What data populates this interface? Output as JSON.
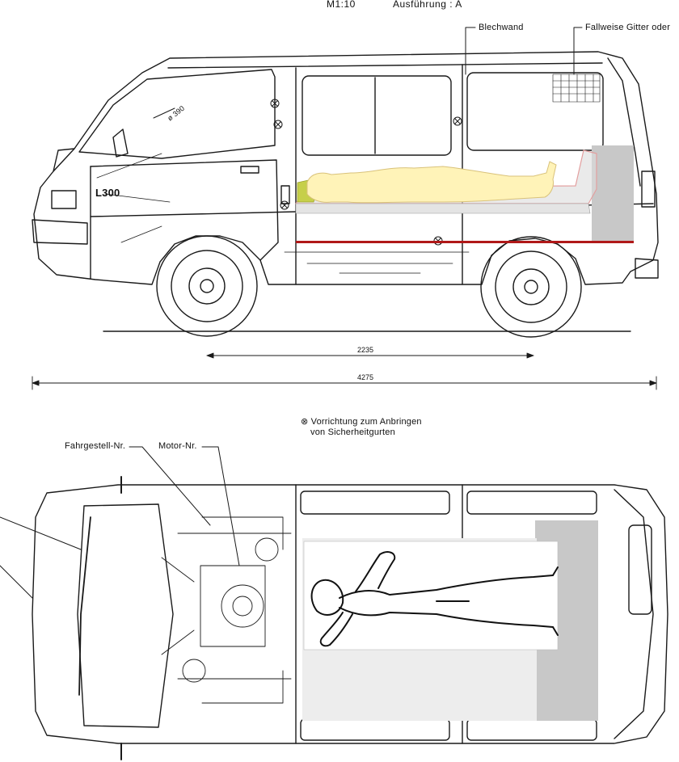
{
  "header": {
    "scale": "M1:10",
    "variant": "Ausführung : A"
  },
  "side_view": {
    "callouts": {
      "wall": "Blechwand",
      "grille": "Fallweise Gitter oder",
      "diameter": "ø 390",
      "model_badge": "L300"
    },
    "dimensions": {
      "wheelbase": "2235",
      "length": "4275"
    }
  },
  "legend": {
    "line1": "⊗ Vorrichtung zum Anbringen",
    "line2": "von Sicherheitgurten"
  },
  "top_view": {
    "callouts": {
      "chassis_no": "Fahrgestell-Nr.",
      "engine_no": "Motor-Nr."
    }
  },
  "colors": {
    "line": "#1a1a1a",
    "body_fill": "#fff3b8",
    "pillow": "#c6cf4a",
    "stretcher_frame": "#e39f9f",
    "rail": "#b01818",
    "gray_panel": "#c8c8c8",
    "light_panel": "#ededed"
  }
}
